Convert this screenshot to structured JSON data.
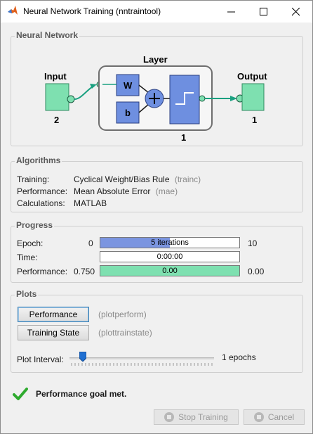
{
  "window": {
    "title": "Neural Network Training (nntraintool)"
  },
  "network": {
    "section_title": "Neural Network",
    "input_label": "Input",
    "input_size": "2",
    "layer_label": "Layer",
    "layer_size": "1",
    "weight_label": "W",
    "bias_label": "b",
    "output_label": "Output",
    "output_size": "1"
  },
  "algorithms": {
    "section_title": "Algorithms",
    "rows": [
      {
        "label": "Training:",
        "value": "Cyclical Weight/Bias Rule",
        "fn": "(trainc)"
      },
      {
        "label": "Performance:",
        "value": "Mean Absolute Error",
        "fn": "(mae)"
      },
      {
        "label": "Calculations:",
        "value": "MATLAB",
        "fn": ""
      }
    ]
  },
  "progress": {
    "section_title": "Progress",
    "epoch": {
      "label": "Epoch:",
      "min": "0",
      "text": "5 iterations",
      "max": "10",
      "fill_fraction": 0.5,
      "color": "#7b95e0"
    },
    "time": {
      "label": "Time:",
      "text": "0:00:00"
    },
    "performance": {
      "label": "Performance:",
      "min": "0.750",
      "text": "0.00",
      "max": "0.00",
      "fill_fraction": 1.0,
      "color": "#7ee0b0"
    }
  },
  "plots": {
    "section_title": "Plots",
    "buttons": [
      {
        "label": "Performance",
        "fn": "(plotperform)"
      },
      {
        "label": "Training State",
        "fn": "(plottrainstate)"
      }
    ],
    "interval": {
      "label": "Plot Interval:",
      "value_text": "1 epochs",
      "slider_fraction": 0.0
    }
  },
  "status": {
    "message": "Performance goal met."
  },
  "footer": {
    "stop_label": "Stop Training",
    "cancel_label": "Cancel"
  },
  "colors": {
    "green_node": "#7ee0b0",
    "blue_block": "#6e8fe0",
    "arrow": "#1aa080"
  }
}
